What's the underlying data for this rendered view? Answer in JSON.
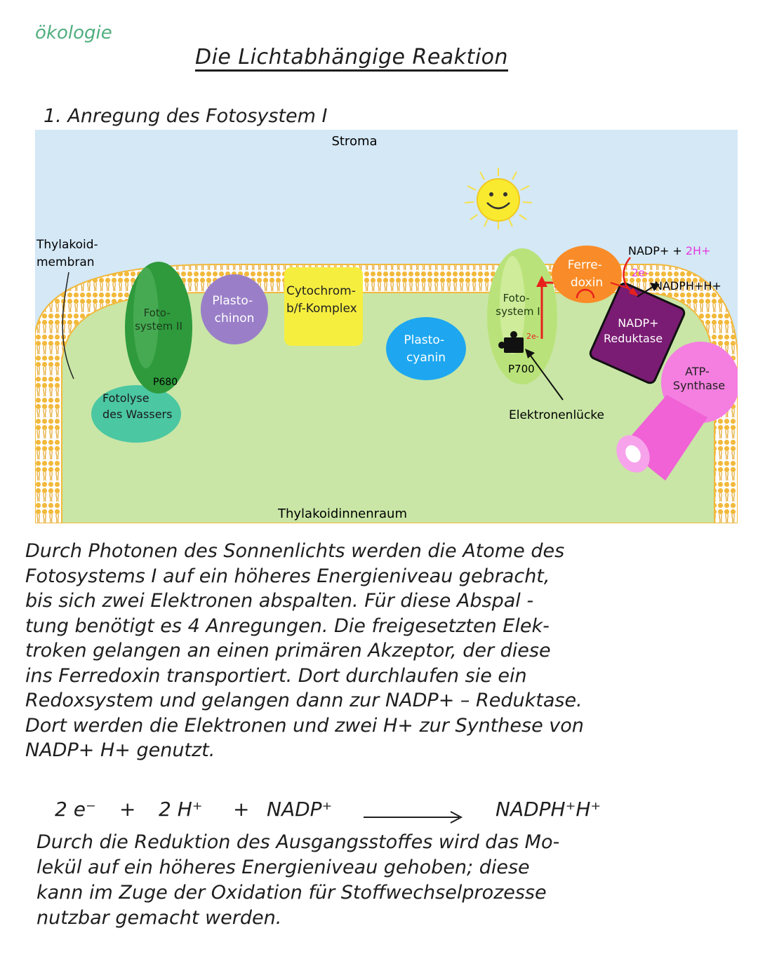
{
  "header": {
    "subject": "ökologie",
    "title": "Die Lichtabhängige Reaktion",
    "section": "1. Anregung des Fotosystem I"
  },
  "diagram": {
    "stroma": "Stroma",
    "membrane_label": [
      "Thylakoid-",
      "membran"
    ],
    "lumen": "Thylakoidinnenraum",
    "photosystem2": [
      "Foto-",
      "system II"
    ],
    "p680": "P680",
    "water_splitting": [
      "Fotolyse",
      "des Wassers"
    ],
    "plastoquinone": [
      "Plasto-",
      "chinon"
    ],
    "cytochrome": [
      "Cytochrom-",
      "b/f-Komplex"
    ],
    "plastocyanin": [
      "Plasto-",
      "cyanin"
    ],
    "photosystem1": [
      "Foto-",
      "system I"
    ],
    "p700": "P700",
    "electrons_ps1": "2e-",
    "ferredoxin": [
      "Ferre-",
      "doxin"
    ],
    "nadp_reductase": [
      "NADP+",
      "Reduktase"
    ],
    "nadp_plus": "NADP+ + ",
    "two_h": "2H+",
    "electrons_nadp": "2e-",
    "nadph": "NADPH+H+",
    "atp_synthase": [
      "ATP-",
      "Synthase"
    ],
    "electron_gap": "Elektronenlücke",
    "colors": {
      "stroma": "#d4e8f6",
      "lumen": "#c9e6a6",
      "lipid": "#f2b93c",
      "ps2": "#2e9a3c",
      "water": "#4bc7a2",
      "plastoquinone": "#9a7fc8",
      "cytochrome": "#f6ee3f",
      "plastocyanin": "#1ea7f0",
      "ps1": "#b9e37a",
      "ferredoxin": "#f98c28",
      "nadp_reductase": "#7a1c73",
      "atp_synthase": "#f47fe0",
      "arrow_red": "#e8201c",
      "h_pink": "#e43adf"
    }
  },
  "text": {
    "paragraph": [
      "Durch Photonen des Sonnenlichts werden die Atome des",
      "Fotosystems I auf ein höheres Energieniveau gebracht,",
      "bis sich zwei Elektronen abspalten. Für diese Abspal -",
      "tung benötigt es 4 Anregungen. Die freigesetzten Elek-",
      "troken gelangen an einen primären Akzeptor, der diese",
      "ins Ferredoxin transportiert. Dort durchlaufen sie ein",
      "Redoxsystem und gelangen dann zur NADP+ – Reduktase.",
      "Dort werden die Elektronen und zwei H+ zur Synthese von",
      "NADP+ H+ genutzt."
    ],
    "equation": {
      "e": "2 e⁻",
      "plus1": "+",
      "h": "2 H⁺",
      "plus2": "+",
      "nadp": "NADP⁺",
      "product": "NADPH⁺H⁺"
    },
    "conclusion": [
      "Durch die Reduktion des Ausgangsstoffes wird das Mo-",
      "lekül auf ein höheres Energieniveau gehoben; diese",
      "kann im Zuge der Oxidation für Stoffwechselprozesse",
      "nutzbar gemacht werden."
    ]
  }
}
